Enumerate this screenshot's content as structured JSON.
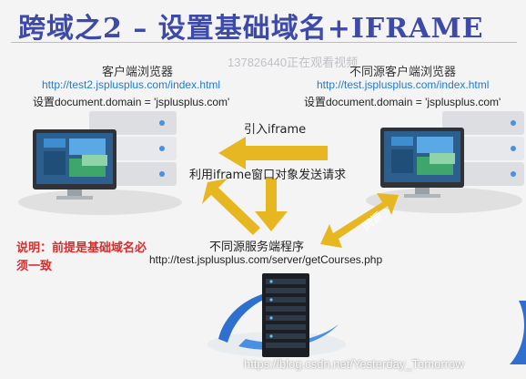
{
  "title": "跨域之2 – 设置基础域名+IFRAME",
  "watermark_top": "137826440正在观看视频",
  "left_client": {
    "title": "客户端浏览器",
    "url": "http://test2.jsplusplus.com/index.html",
    "setting": "设置document.domain = 'jsplusplus.com'"
  },
  "right_client": {
    "title": "不同源客户端浏览器",
    "url": "http://test.jsplusplus.com/index.html",
    "setting": "设置document.domain = 'jsplusplus.com'"
  },
  "arrows": {
    "import_iframe": "引入iframe",
    "send_request": "利用iframe窗口对象发送请求",
    "same_origin": "同源"
  },
  "note": "说明：前提是基础域名必须一致",
  "server": {
    "title": "不同源服务端程序",
    "url": "http://test.jsplusplus.com/server/getCourses.php"
  },
  "watermark_bottom": "https://blog.csdn.net/Yesterday_Tomorrow",
  "colors": {
    "title": "#3d4aa8",
    "arrow": "#e7b722",
    "url": "#1f7ad6",
    "note": "#d92c2c"
  }
}
